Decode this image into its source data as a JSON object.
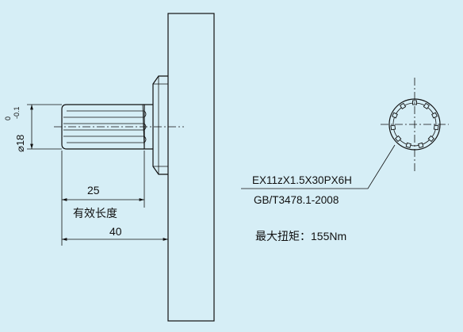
{
  "drawing": {
    "dim_length_25": "25",
    "dim_length_40": "40",
    "effective_length_label": "有效长度",
    "diameter_label": "⌀18",
    "tolerance_upper": "0",
    "tolerance_lower": "-0.1",
    "spline_spec": "EX11zX1.5X30PX6H",
    "standard": "GB/T3478.1-2008",
    "max_torque": "最大扭矩：155Nm"
  },
  "colors": {
    "background": "#d6eef6",
    "line": "#111111"
  }
}
